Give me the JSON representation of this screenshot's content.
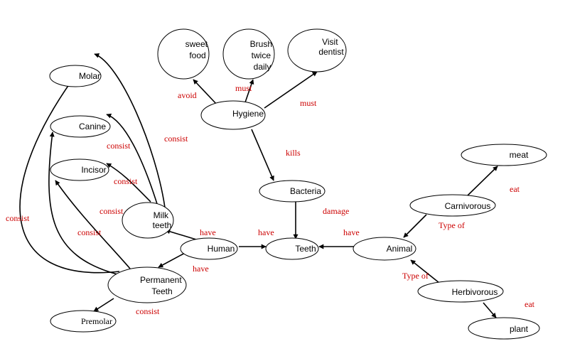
{
  "colors": {
    "edge_label": "#cc0000",
    "node_stroke": "#000000",
    "text": "#000000",
    "background": "#ffffff"
  },
  "nodes": {
    "molar": {
      "lines": [
        "Molar"
      ]
    },
    "canine": {
      "lines": [
        "Canine"
      ]
    },
    "incisor": {
      "lines": [
        "Incisor"
      ]
    },
    "milk_teeth": {
      "lines": [
        "Milk",
        "teeth"
      ]
    },
    "permanent_teeth": {
      "lines": [
        "Permanent",
        "Teeth"
      ]
    },
    "premolar": {
      "lines": [
        "Premolar"
      ]
    },
    "human": {
      "lines": [
        "Human"
      ]
    },
    "teeth": {
      "lines": [
        "Teeth"
      ]
    },
    "bacteria": {
      "lines": [
        "Bacteria"
      ]
    },
    "hygiene": {
      "lines": [
        "Hygiene"
      ]
    },
    "sweet_food": {
      "lines": [
        "sweet",
        "food"
      ]
    },
    "brush": {
      "lines": [
        "Brush",
        "twice",
        "daily"
      ]
    },
    "visit_dentist": {
      "lines": [
        "Visit",
        "dentist"
      ]
    },
    "animal": {
      "lines": [
        "Animal"
      ]
    },
    "carnivorous": {
      "lines": [
        "Carnivorous"
      ]
    },
    "herbivorous": {
      "lines": [
        "Herbivorous"
      ]
    },
    "meat": {
      "lines": [
        "meat"
      ]
    },
    "plant": {
      "lines": [
        "plant"
      ]
    }
  },
  "edge_labels": {
    "avoid": "avoid",
    "must_brush": "must",
    "must_dentist": "must",
    "consist_hygiene": "consist",
    "kills": "kills",
    "damage": "damage",
    "have_human_teeth": "have",
    "have_animal_teeth": "have",
    "have_human_milk": "have",
    "have_human_permanent": "have",
    "consist_canine": "consist",
    "consist_incisor": "consist",
    "consist_milk": "consist",
    "consist_left": "consist",
    "consist_permanent": "consist",
    "consist_premolar": "consist",
    "type_of_carnivorous": "Type of",
    "type_of_herbivorous": "Type of",
    "eat_meat": "eat",
    "eat_plant": "eat"
  }
}
